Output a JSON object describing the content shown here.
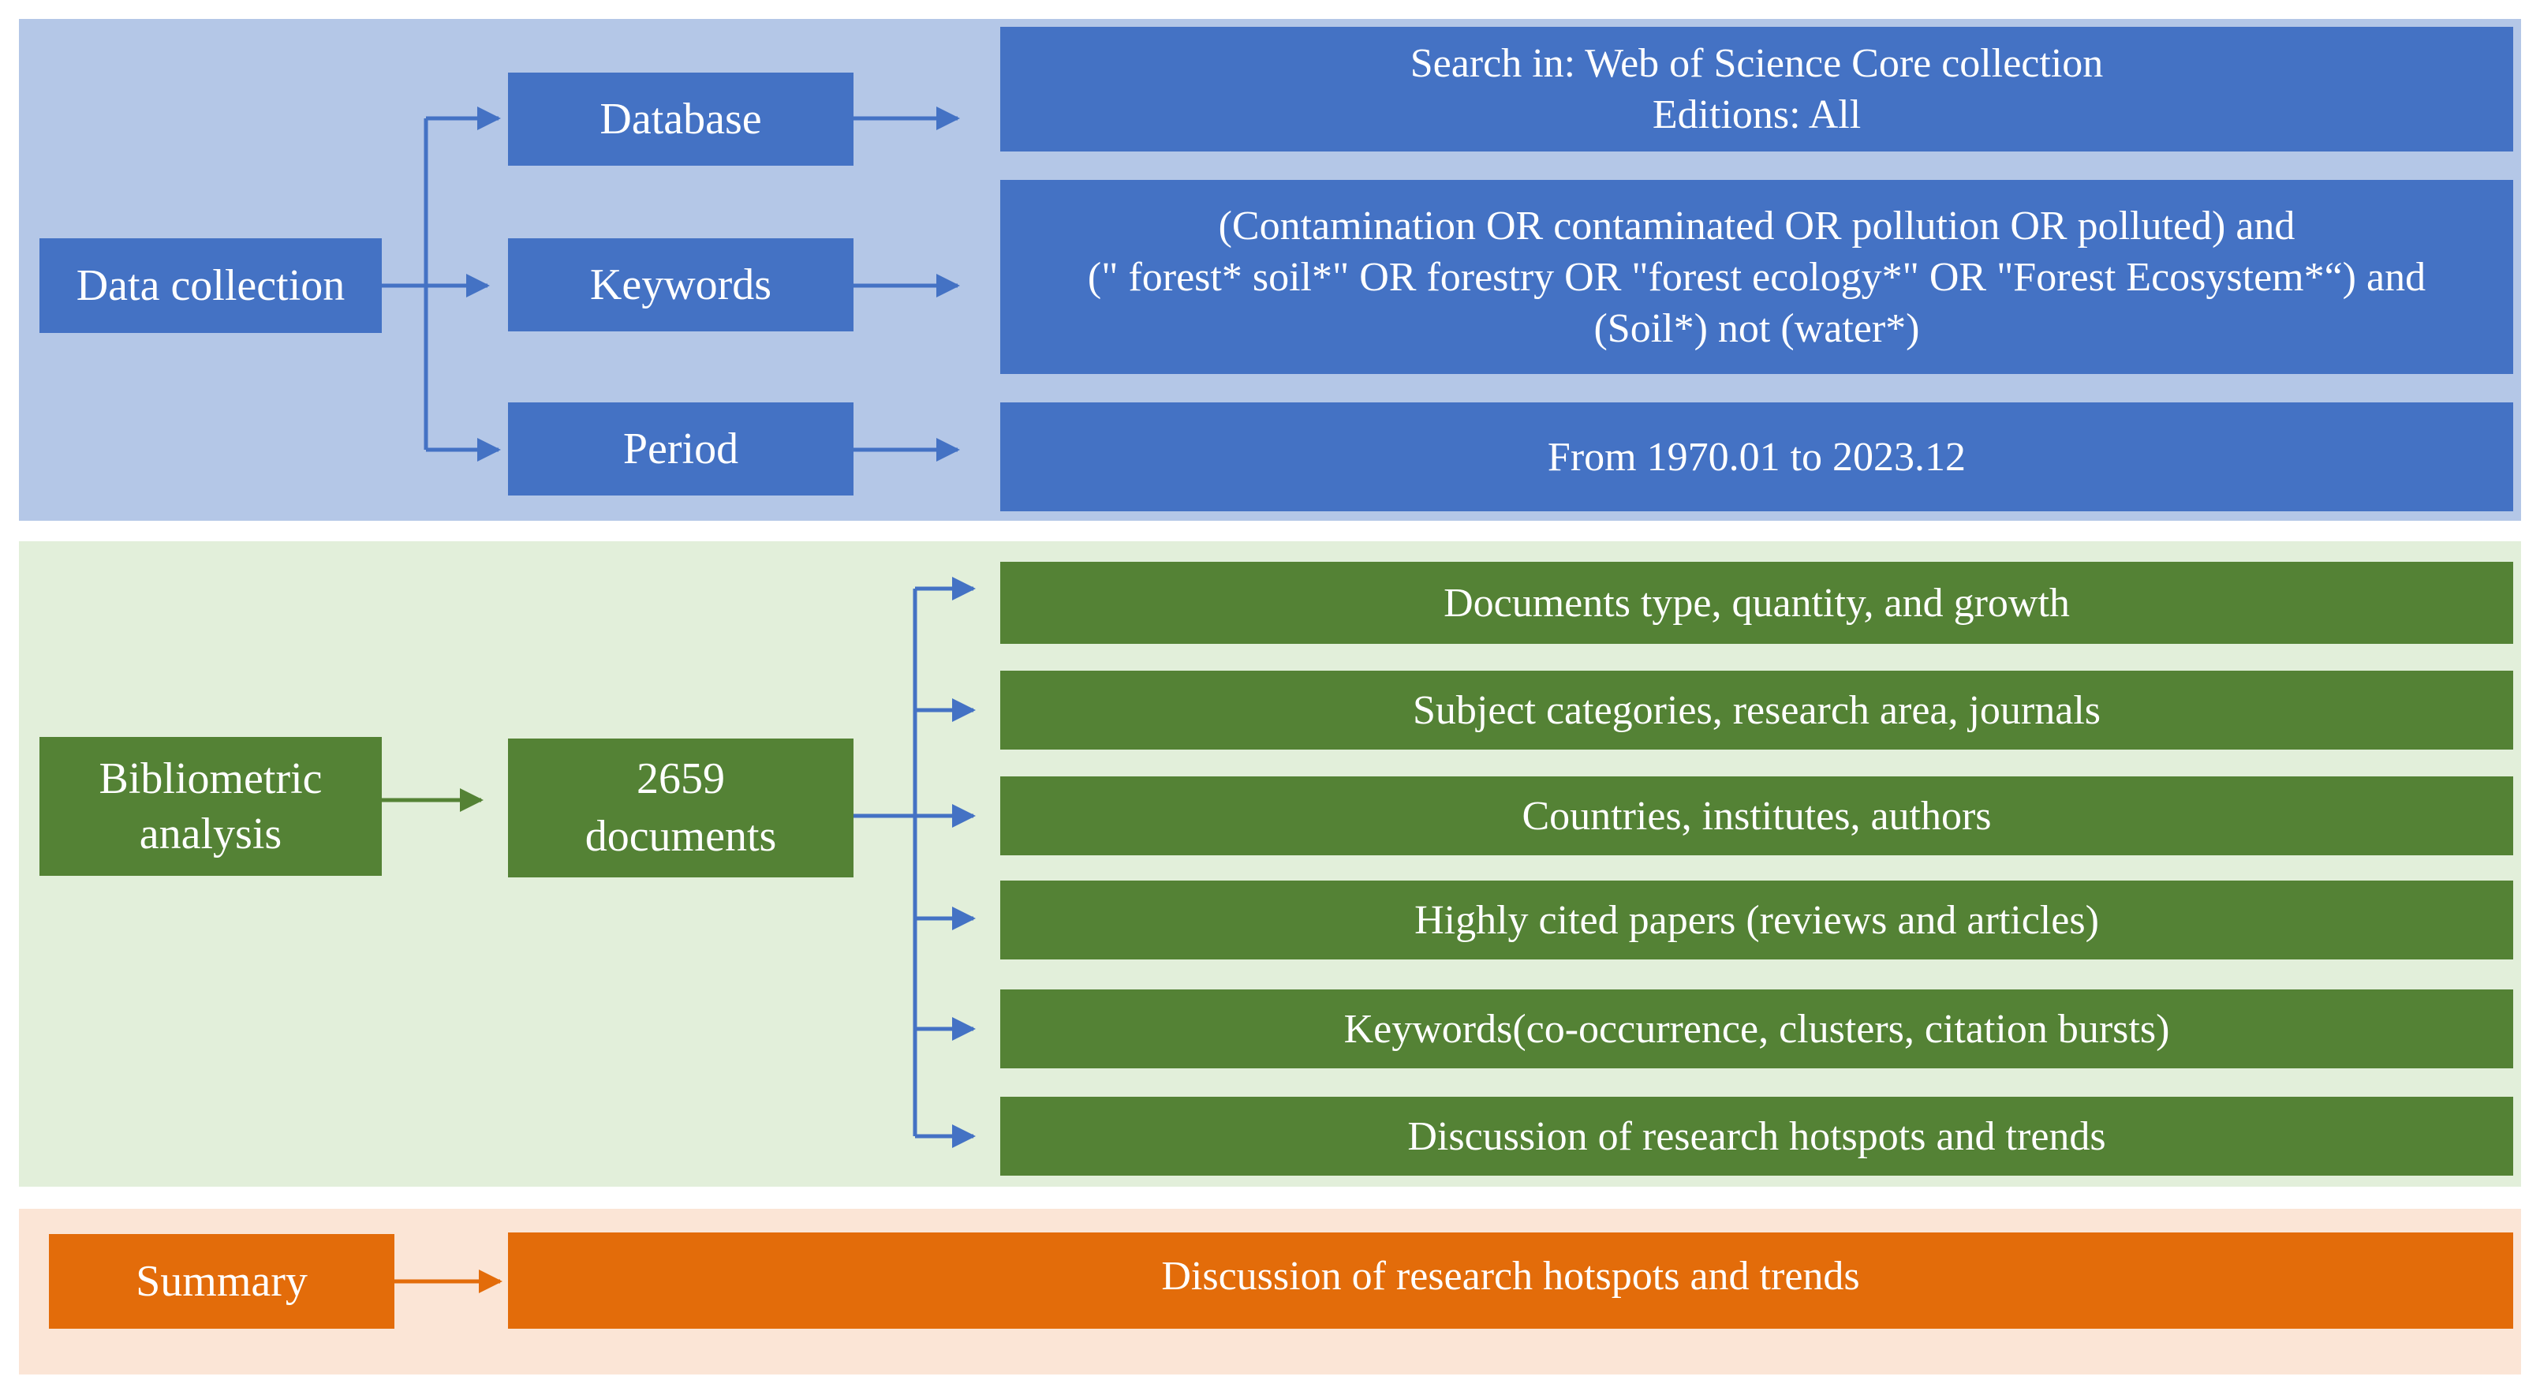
{
  "colors": {
    "blue_panel": "#b4c7e7",
    "blue_box": "#4472c4",
    "green_panel": "#e2efda",
    "green_box": "#548235",
    "orange_panel": "#fbe5d6",
    "orange_box": "#e36c0a"
  },
  "data_collection": {
    "label": "Data collection",
    "branches": [
      {
        "label": "Database",
        "detail_lines": [
          "Search in: Web of Science Core collection",
          "Editions: All"
        ]
      },
      {
        "label": "Keywords",
        "detail_lines": [
          "(Contamination OR contaminated OR pollution OR polluted) and",
          "(\" forest* soil*\" OR forestry OR \"forest ecology*\"  OR \"Forest Ecosystem*“) and",
          "(Soil*) not (water*)"
        ]
      },
      {
        "label": "Period",
        "detail_lines": [
          "From 1970.01 to 2023.12"
        ]
      }
    ]
  },
  "bibliometric": {
    "label_lines": [
      "Bibliometric",
      "analysis"
    ],
    "count_lines": [
      "2659",
      "documents"
    ],
    "items": [
      "Documents type, quantity, and growth",
      "Subject categories, research area, journals",
      "Countries, institutes, authors",
      "Highly cited papers (reviews and articles)",
      "Keywords(co-occurrence,  clusters, citation bursts)",
      "Discussion of research hotspots and trends"
    ]
  },
  "summary": {
    "label": "Summary",
    "detail": "Discussion of research hotspots and trends"
  }
}
